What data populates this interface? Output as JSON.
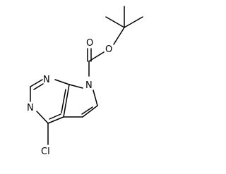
{
  "molecule": {
    "atoms": {
      "N_pyrrole": "N",
      "N_ring_top": "N",
      "N_ring_bottom": "N",
      "O_carbonyl": "O",
      "O_ester": "O",
      "Cl": "Cl"
    }
  },
  "colors": {
    "bond": "#000000",
    "label": "#000000",
    "background": "#ffffff"
  }
}
